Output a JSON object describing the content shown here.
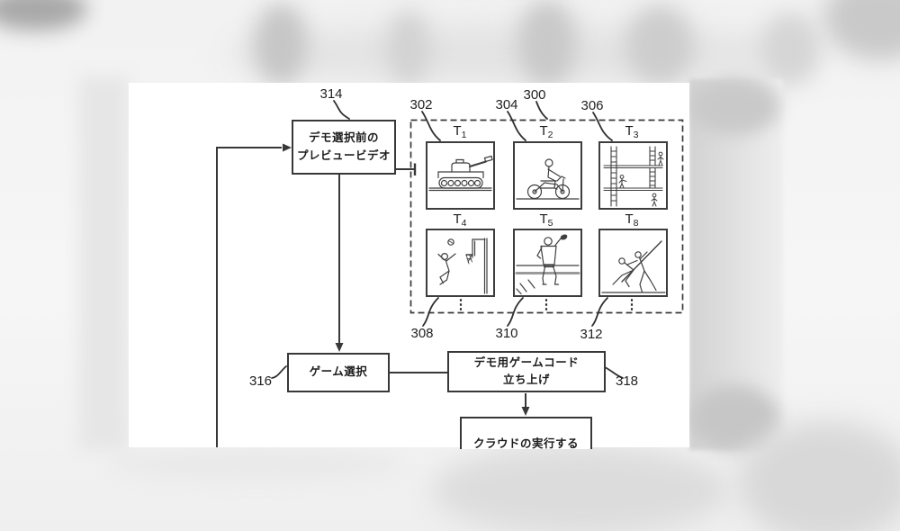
{
  "colors": {
    "line": "#383838",
    "page_bg": "#ffffff",
    "field_line_gray": "#9a9a9a"
  },
  "figure": {
    "preview_box": {
      "ref": "314",
      "line1": "デモ選択前の",
      "line2": "プレビュービデオ"
    },
    "grid": {
      "ref": "300",
      "more_indicator": "⋮",
      "tiles": [
        {
          "ref": "302",
          "label": "T",
          "sub": "1",
          "icon": "tank-icon"
        },
        {
          "ref": "304",
          "label": "T",
          "sub": "2",
          "icon": "motorcycle-icon"
        },
        {
          "ref": "306",
          "label": "T",
          "sub": "3",
          "icon": "scaffold-climbing-icon"
        },
        {
          "ref": "308",
          "label": "T",
          "sub": "4",
          "icon": "basketball-dunk-icon"
        },
        {
          "ref": "310",
          "label": "T",
          "sub": "5",
          "icon": "football-quarterback-icon"
        },
        {
          "ref": "312",
          "label": "T",
          "sub": "8",
          "icon": "football-tackle-icon"
        }
      ]
    },
    "game_select_box": {
      "ref": "316",
      "label": "ゲーム選択"
    },
    "demo_code_box": {
      "ref": "318",
      "line1": "デモ用ゲームコード",
      "line2": "立ち上げ"
    },
    "cloud_box": {
      "label": "クラウドの実行する"
    }
  }
}
